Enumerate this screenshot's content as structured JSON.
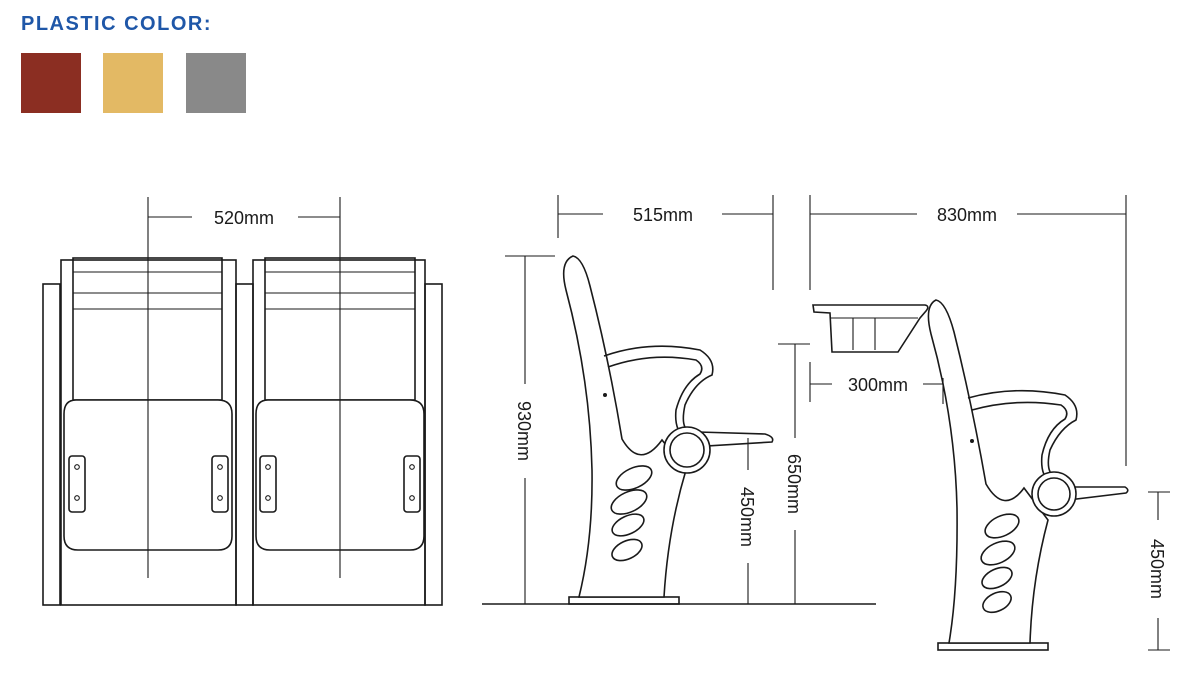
{
  "header": {
    "title": "PLASTIC COLOR:"
  },
  "swatches": [
    {
      "name": "red",
      "color": "#8b2e22"
    },
    {
      "name": "yellow",
      "color": "#e3b964"
    },
    {
      "name": "gray",
      "color": "#898989"
    }
  ],
  "dimensions": {
    "front_width": "520mm",
    "side_depth": "515mm",
    "side_height": "930mm",
    "side_seat_height": "450mm",
    "table_depth": "830mm",
    "table_height": "650mm",
    "table_width": "300mm",
    "table_seat_height": "450mm"
  }
}
